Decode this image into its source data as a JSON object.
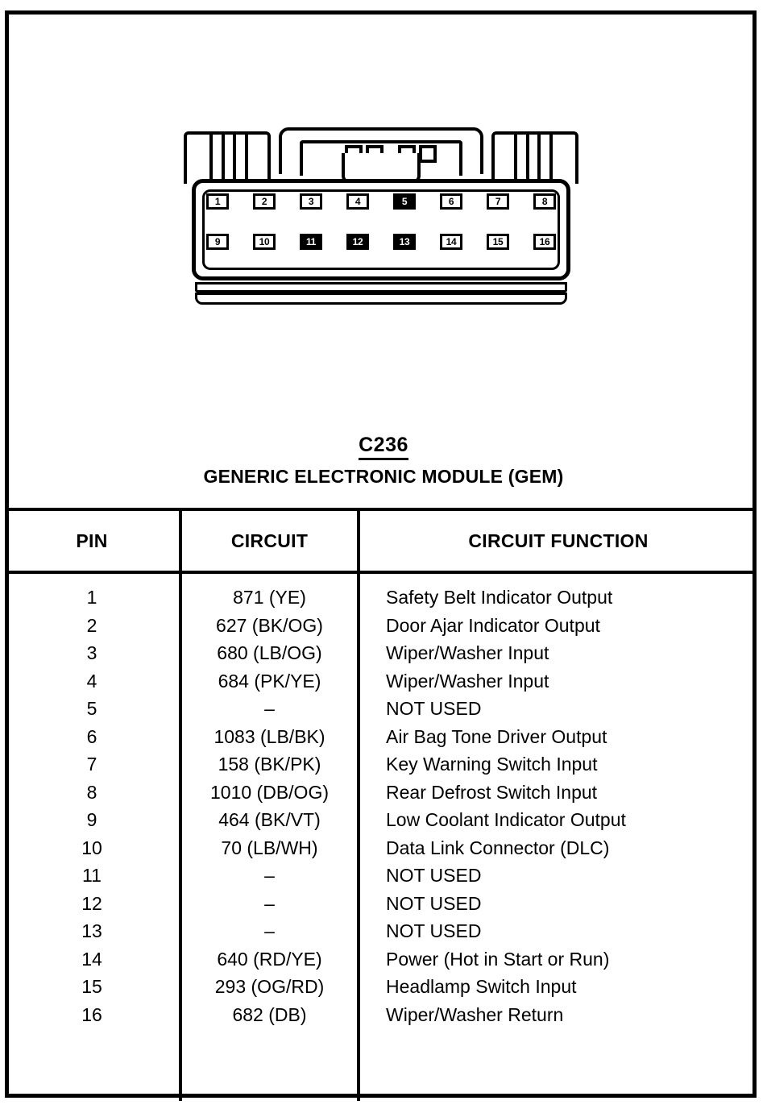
{
  "connector": {
    "id_label": "C236",
    "name_label": "GENERIC ELECTRONIC MODULE (GEM)",
    "pin_rows": [
      [
        {
          "number": "1",
          "filled": false
        },
        {
          "number": "2",
          "filled": false
        },
        {
          "number": "3",
          "filled": false
        },
        {
          "number": "4",
          "filled": false
        },
        {
          "number": "5",
          "filled": true
        },
        {
          "number": "6",
          "filled": false
        },
        {
          "number": "7",
          "filled": false
        },
        {
          "number": "8",
          "filled": false
        }
      ],
      [
        {
          "number": "9",
          "filled": false
        },
        {
          "number": "10",
          "filled": false
        },
        {
          "number": "11",
          "filled": true
        },
        {
          "number": "12",
          "filled": true
        },
        {
          "number": "13",
          "filled": true
        },
        {
          "number": "14",
          "filled": false
        },
        {
          "number": "15",
          "filled": false
        },
        {
          "number": "16",
          "filled": false
        }
      ]
    ]
  },
  "table": {
    "headers": {
      "pin": "PIN",
      "circuit": "CIRCUIT",
      "function": "CIRCUIT FUNCTION"
    },
    "rows": [
      {
        "pin": "1",
        "circuit": "871 (YE)",
        "function": "Safety Belt Indicator Output"
      },
      {
        "pin": "2",
        "circuit": "627 (BK/OG)",
        "function": "Door Ajar Indicator Output"
      },
      {
        "pin": "3",
        "circuit": "680 (LB/OG)",
        "function": "Wiper/Washer Input"
      },
      {
        "pin": "4",
        "circuit": "684 (PK/YE)",
        "function": "Wiper/Washer Input"
      },
      {
        "pin": "5",
        "circuit": "–",
        "function": "NOT USED"
      },
      {
        "pin": "6",
        "circuit": "1083 (LB/BK)",
        "function": "Air Bag Tone Driver Output"
      },
      {
        "pin": "7",
        "circuit": "158 (BK/PK)",
        "function": "Key Warning Switch Input"
      },
      {
        "pin": "8",
        "circuit": "1010 (DB/OG)",
        "function": "Rear Defrost Switch Input"
      },
      {
        "pin": "9",
        "circuit": "464 (BK/VT)",
        "function": "Low Coolant Indicator Output"
      },
      {
        "pin": "10",
        "circuit": "70 (LB/WH)",
        "function": "Data Link Connector (DLC)"
      },
      {
        "pin": "11",
        "circuit": "–",
        "function": "NOT USED"
      },
      {
        "pin": "12",
        "circuit": "–",
        "function": "NOT USED"
      },
      {
        "pin": "13",
        "circuit": "–",
        "function": "NOT USED"
      },
      {
        "pin": "14",
        "circuit": "640 (RD/YE)",
        "function": "Power (Hot in Start or Run)"
      },
      {
        "pin": "15",
        "circuit": "293 (OG/RD)",
        "function": "Headlamp Switch Input"
      },
      {
        "pin": "16",
        "circuit": "682 (DB)",
        "function": "Wiper/Washer Return"
      }
    ]
  },
  "colors": {
    "ink": "#000000",
    "paper": "#ffffff"
  }
}
